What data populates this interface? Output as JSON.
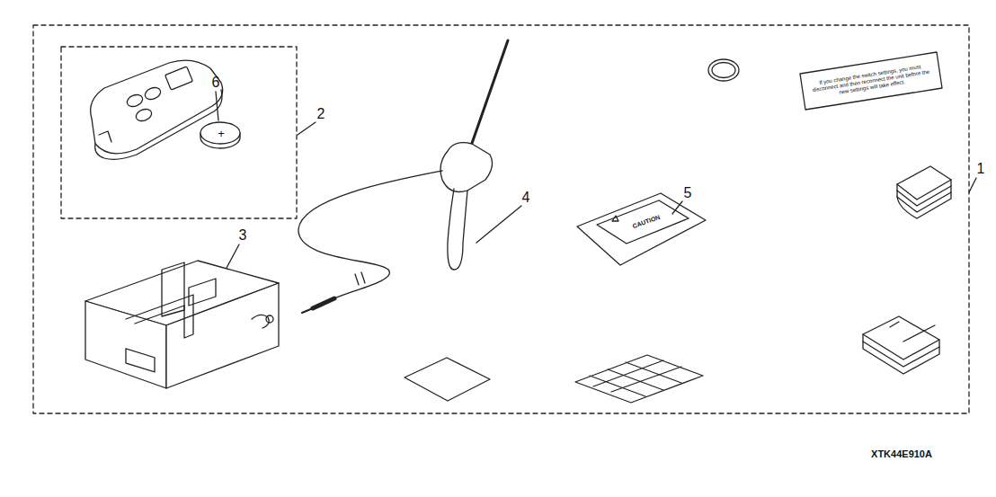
{
  "diagram": {
    "labels": [
      "2",
      "6",
      "3",
      "4",
      "5",
      "1",
      "+",
      "CAUTION",
      "If you change the switch settings, you must disconnect and then reconnect the unit before the new settings will take effect.",
      "XTK44E910A"
    ]
  }
}
